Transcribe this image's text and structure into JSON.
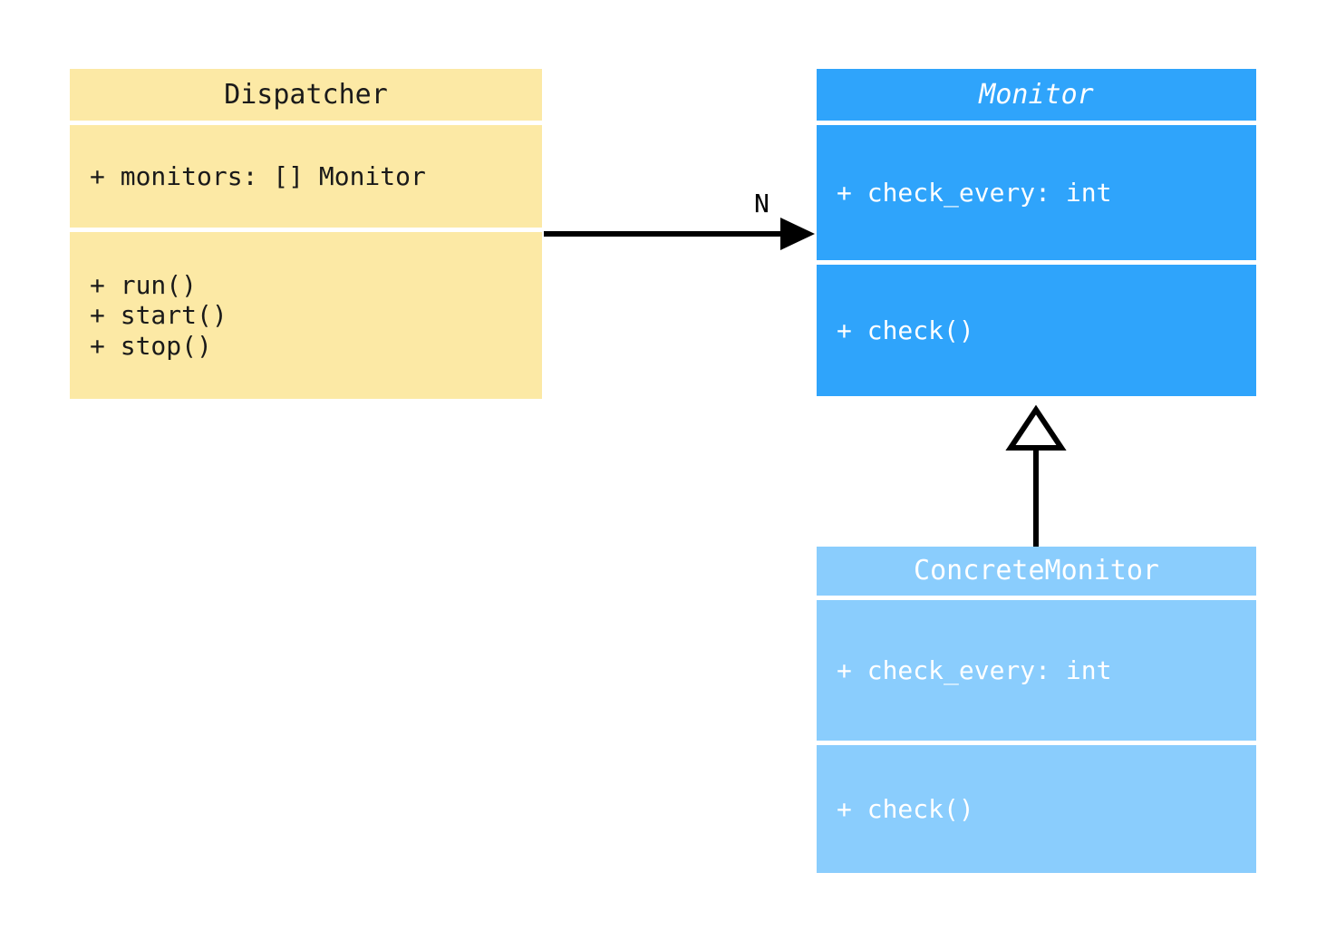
{
  "diagram": {
    "type": "uml-class-diagram",
    "background": "#ffffff"
  },
  "classes": [
    {
      "id": "dispatcher",
      "name": "Dispatcher",
      "abstract": false,
      "fill": "#fce9a5",
      "text_color": "#1a1a1a",
      "attributes": [
        "+ monitors: [] Monitor"
      ],
      "operations": [
        "+ run()",
        "+ start()",
        "+ stop()"
      ]
    },
    {
      "id": "monitor",
      "name": "Monitor",
      "abstract": true,
      "fill": "#2fa4fb",
      "text_color": "#ffffff",
      "attributes": [
        "+ check_every: int"
      ],
      "operations": [
        "+ check()"
      ]
    },
    {
      "id": "concretemonitor",
      "name": "ConcreteMonitor",
      "abstract": false,
      "fill": "#8acdfd",
      "text_color": "#ffffff",
      "attributes": [
        "+ check_every: int"
      ],
      "operations": [
        "+ check()"
      ]
    }
  ],
  "relationships": [
    {
      "id": "dispatcher-to-monitor",
      "kind": "association",
      "from": "Dispatcher",
      "to": "Monitor",
      "arrowhead": "filled-triangle",
      "line": "solid",
      "multiplicity_label": "N",
      "color": "#000000"
    },
    {
      "id": "concretemonitor-to-monitor",
      "kind": "generalization",
      "from": "ConcreteMonitor",
      "to": "Monitor",
      "arrowhead": "hollow-triangle",
      "line": "solid",
      "multiplicity_label": "",
      "color": "#000000"
    }
  ]
}
